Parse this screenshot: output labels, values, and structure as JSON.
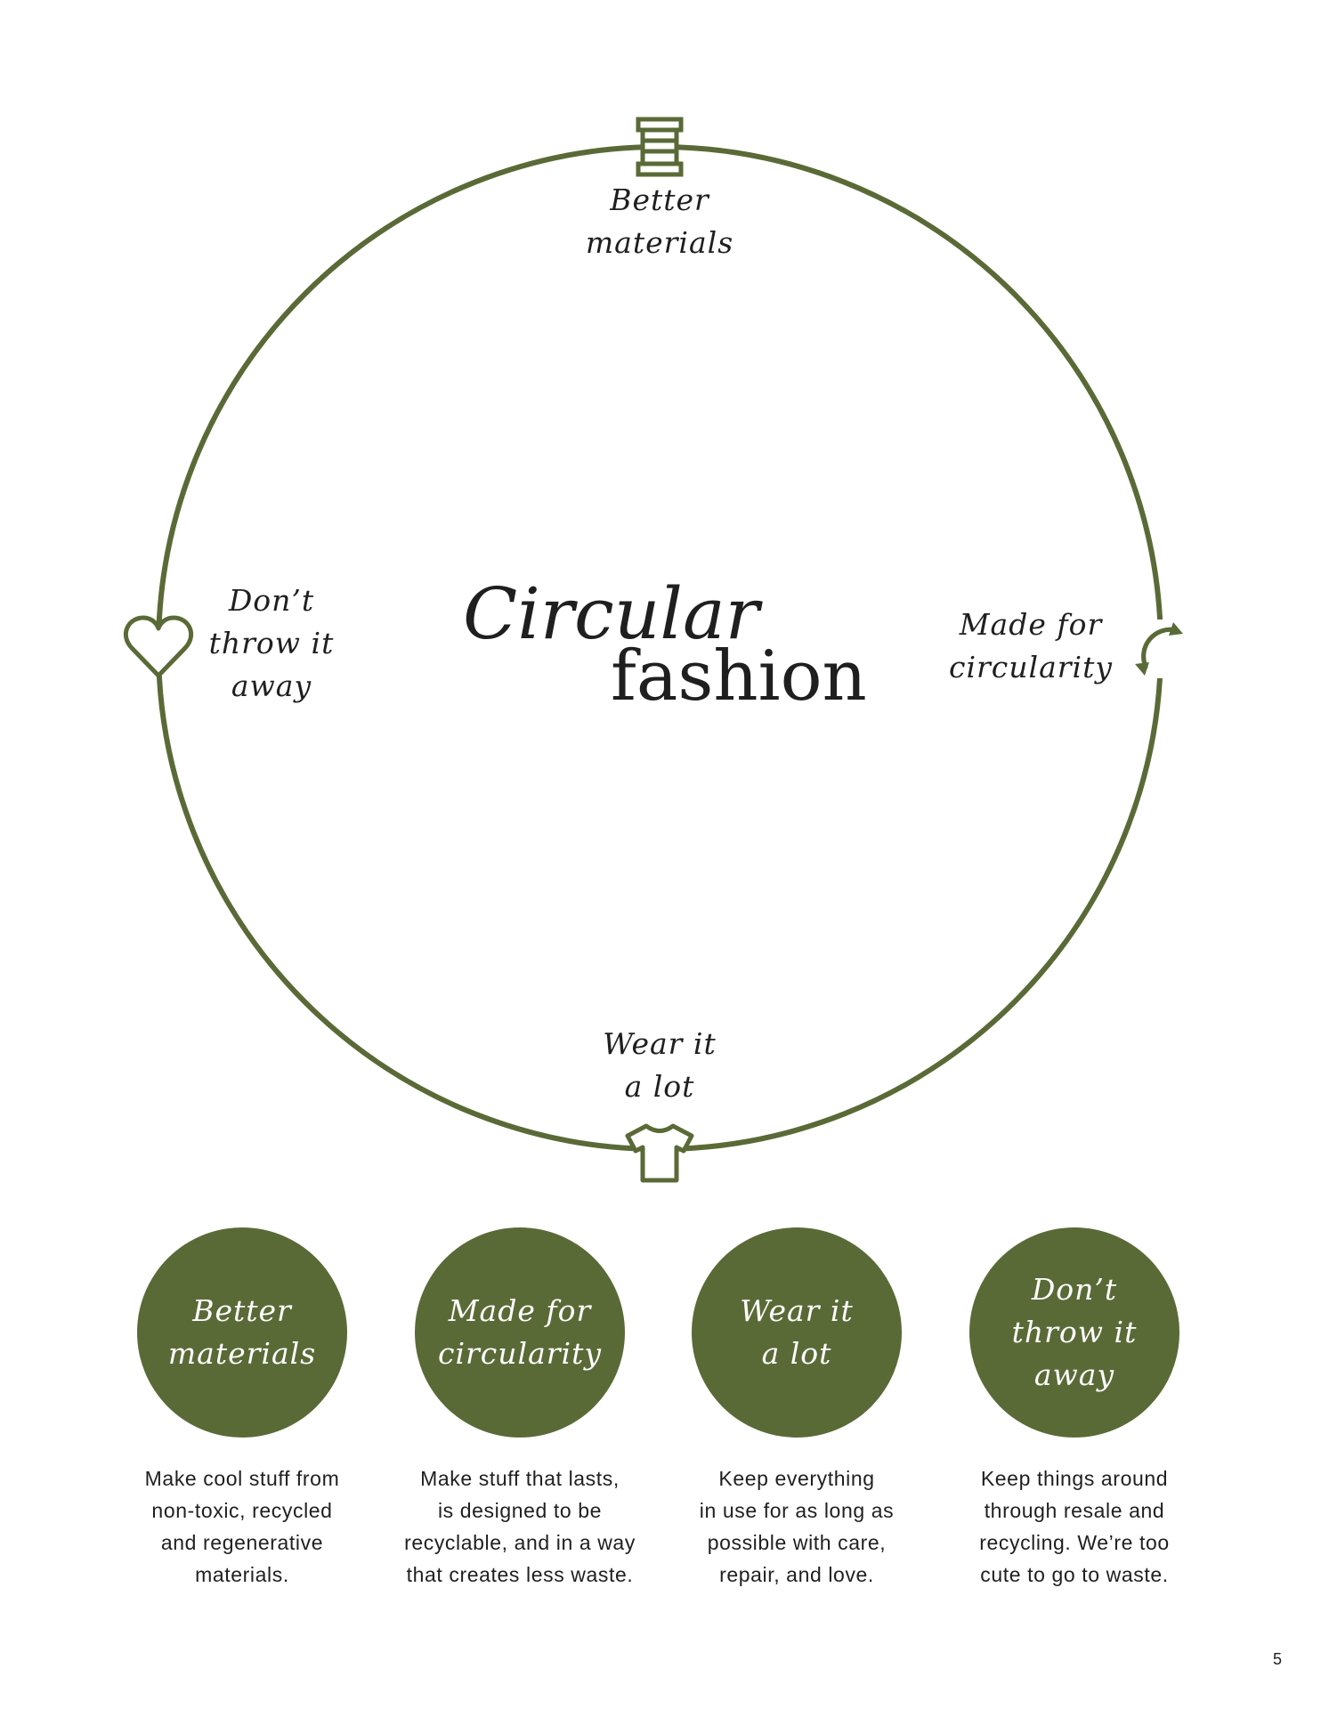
{
  "colors": {
    "accent": "#5a6a37",
    "text": "#1f1f1f",
    "background": "#ffffff"
  },
  "title": {
    "line1": "Circular",
    "line2": "fashion"
  },
  "cycle": {
    "nodes": [
      {
        "label": "Better\nmaterials",
        "icon": "spool-icon"
      },
      {
        "label": "Made for\ncircularity",
        "icon": "recycle-arrows-icon"
      },
      {
        "label": "Wear it\na lot",
        "icon": "tshirt-icon"
      },
      {
        "label": "Don’t\nthrow it\naway",
        "icon": "heart-icon"
      }
    ]
  },
  "pillars": [
    {
      "label": "Better\nmaterials",
      "description": "Make cool stuff from\nnon-toxic, recycled\nand regenerative\nmaterials."
    },
    {
      "label": "Made for\ncircularity",
      "description": "Make stuff that lasts,\nis designed to be\nrecyclable, and in a way\nthat creates less waste."
    },
    {
      "label": "Wear it\na lot",
      "description": "Keep everything\nin use for as long as\npossible with care,\nrepair, and love."
    },
    {
      "label": "Don’t\nthrow it\naway",
      "description": "Keep things around\nthrough resale and\nrecycling. We’re too\ncute to go to waste."
    }
  ],
  "page_number": "5"
}
